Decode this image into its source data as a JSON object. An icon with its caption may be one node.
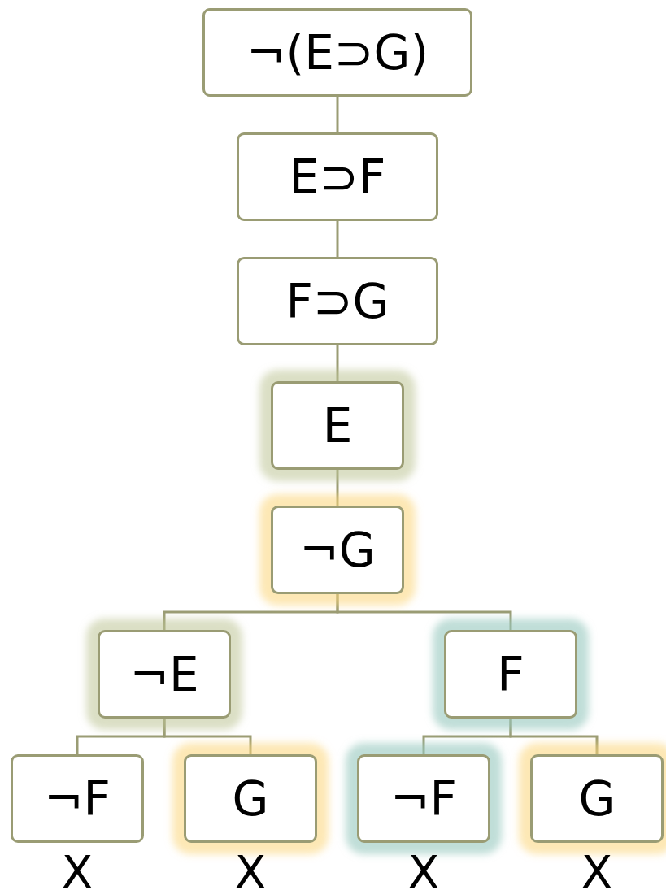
{
  "diagram": {
    "nodes": [
      {
        "text": [
          "¬(E⊃G)"
        ]
      },
      {
        "text": [
          "E⊃F"
        ]
      },
      {
        "text": [
          "F⊃G"
        ]
      },
      {
        "text": [
          "E"
        ]
      },
      {
        "text": [
          "¬G"
        ]
      },
      {
        "text": [
          "¬E"
        ]
      },
      {
        "text": [
          "F"
        ]
      },
      {
        "text": [
          "¬F"
        ],
        "beside": [
          "X"
        ]
      },
      {
        "text": [
          "G"
        ],
        "beside": [
          "X"
        ]
      },
      {
        "text": [
          "¬F"
        ],
        "beside": [
          "X"
        ]
      },
      {
        "text": [
          "G"
        ],
        "beside": [
          "X"
        ]
      }
    ],
    "edges": [
      {
        "from": 0,
        "to": 1,
        "arrow": "none"
      },
      {
        "from": 1,
        "to": 2,
        "arrow": "none"
      },
      {
        "from": 2,
        "to": 3,
        "arrow": "none"
      },
      {
        "from": 3,
        "to": 4,
        "arrow": "none"
      },
      {
        "from": 4,
        "to": 5,
        "arrow": "none"
      },
      {
        "from": 4,
        "to": 6,
        "arrow": "none"
      },
      {
        "from": 5,
        "to": 7,
        "arrow": "none"
      },
      {
        "from": 5,
        "to": 8,
        "arrow": "none"
      },
      {
        "from": 6,
        "to": 9,
        "arrow": "none"
      },
      {
        "from": 6,
        "to": 10,
        "arrow": "none"
      }
    ]
  }
}
